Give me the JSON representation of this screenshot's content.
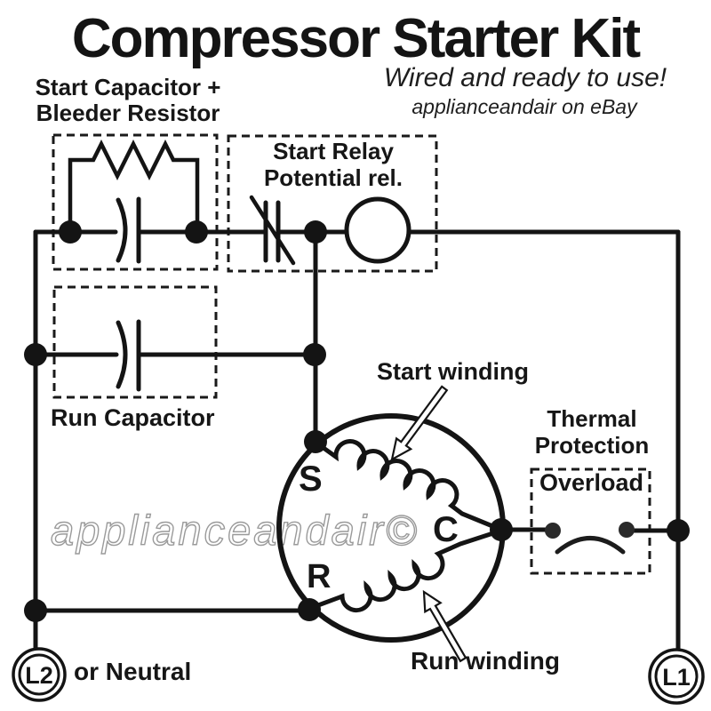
{
  "header": {
    "title": "Compressor Starter Kit",
    "tagline": "Wired and ready to use!",
    "seller": "applianceandair on eBay"
  },
  "labels": {
    "start_capacitor_line1": "Start Capacitor +",
    "start_capacitor_line2": "Bleeder Resistor",
    "start_relay_line1": "Start Relay",
    "start_relay_line2": "Potential rel.",
    "run_capacitor": "Run Capacitor",
    "start_winding": "Start winding",
    "run_winding": "Run winding",
    "thermal_line1": "Thermal",
    "thermal_line2": "Protection",
    "overload": "Overload",
    "terminal_s": "S",
    "terminal_c": "C",
    "terminal_r": "R",
    "l2": "L2",
    "l2_suffix": "or Neutral",
    "l1": "L1"
  },
  "watermark": "applianceandair©",
  "colors": {
    "ink": "#141414",
    "background": "#ffffff",
    "watermark_outline": "#9a9a9a"
  }
}
